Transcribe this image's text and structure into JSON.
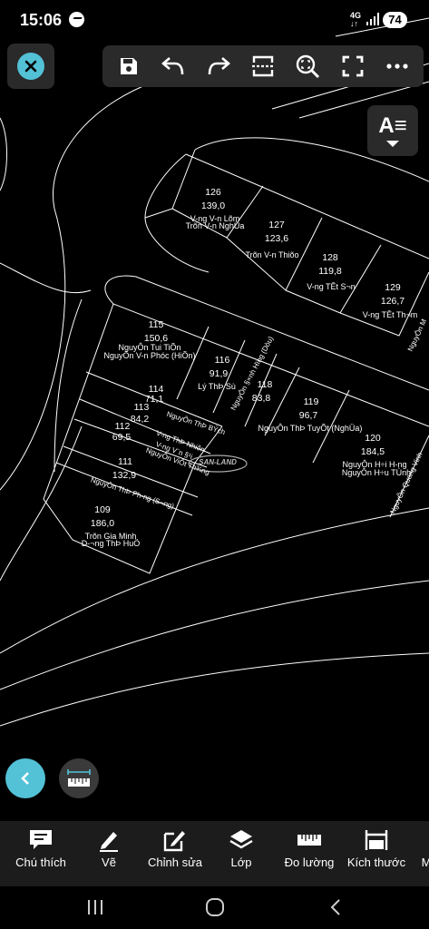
{
  "status_bar": {
    "time": "15:06",
    "network": "4G",
    "battery": "74"
  },
  "plots": [
    {
      "number": "126",
      "area": "139,0",
      "owner1": "V-ng V-n Lõm",
      "owner2": "Trõn V-n NghÜa"
    },
    {
      "number": "127",
      "area": "123,6",
      "owner1": "Trõn V-n Thiõo"
    },
    {
      "number": "128",
      "area": "119,8",
      "owner1": "V-ng TÊt S¬n"
    },
    {
      "number": "129",
      "area": "126,7",
      "owner1": "V-ng TÊt Th¬m"
    },
    {
      "number": "115",
      "area": "150,6",
      "owner1": "NguyÔn Tui TiÕn",
      "owner2": "NguyÔn V-n Phóc (HiÕn)"
    },
    {
      "number": "116",
      "area": "91,9",
      "owner1": "Lý ThÞ Sù"
    },
    {
      "number": "118",
      "area": "83,8"
    },
    {
      "number": "119",
      "area": "96,7",
      "owner1": "NguyÔn ThÞ TuyÕt (NghÜa)"
    },
    {
      "number": "120",
      "area": "184,5",
      "owner1": "NguyÔn H÷i H-ng",
      "owner2": "NguyÔn H÷u TÙnh"
    },
    {
      "number": "114",
      "area": "71,1",
      "owner1": "NguyÔn ThÞ BÝch"
    },
    {
      "number": "113",
      "area": "84,2",
      "owner1": "V-ng ThÞ Nhiõn"
    },
    {
      "number": "112",
      "area": "69,5",
      "owner1": "V-ng V¨n §¹i",
      "owner2": "NguyÔn ViÕt Th¾ng"
    },
    {
      "number": "111",
      "area": "132,9",
      "owner1": "NguyÔn ThÞ Ph-ng (S¬ng)"
    },
    {
      "number": "109",
      "area": "186,0",
      "owner1": "Trõn Gia Minh",
      "owner2": "D-¬ng ThÞ HuÖ"
    }
  ],
  "extra_labels": {
    "rotated_118": "NguyÔn §×nh Hïng (Dòu)",
    "edge_a": "NguyÔn M",
    "edge_b": "NguyÔn Quang Vinh",
    "watermark": "SAN-LAND"
  },
  "text_button": {
    "label": "A≡"
  },
  "bottom_menu": [
    {
      "label": "Chú thích",
      "icon": "comment-icon"
    },
    {
      "label": "Vẽ",
      "icon": "pencil-icon"
    },
    {
      "label": "Chỉnh sửa",
      "icon": "edit-icon"
    },
    {
      "label": "Lớp",
      "icon": "layers-icon"
    },
    {
      "label": "Đo lường",
      "icon": "ruler-icon"
    },
    {
      "label": "Kích thước",
      "icon": "dimension-icon"
    },
    {
      "label": "M",
      "icon": "more-icon"
    }
  ],
  "colors": {
    "accent": "#53c1d6",
    "panel": "#2a2a2a",
    "map_bg": "#000000",
    "line": "#ffffff"
  }
}
